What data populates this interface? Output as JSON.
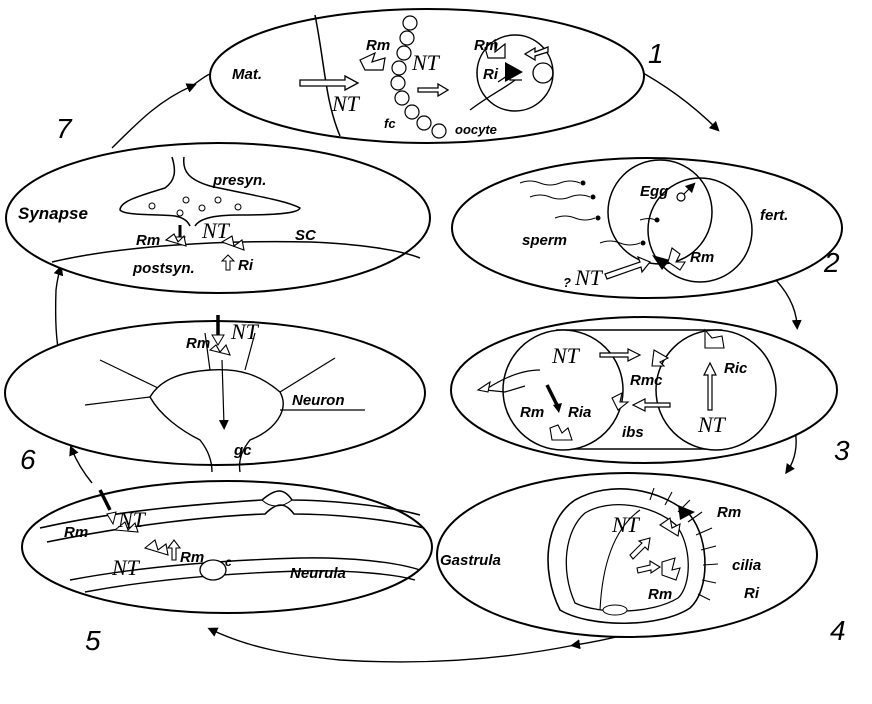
{
  "stages": {
    "s1": {
      "number": "1",
      "mat": "Mat.",
      "nt_a": "NT",
      "nt_b": "NT",
      "rm_a": "Rm",
      "rm_b": "Rm",
      "ri": "Ri",
      "fc": "fc",
      "oocyte": "oocyte"
    },
    "s2": {
      "number": "2",
      "egg": "Egg",
      "fert": "fert.",
      "sperm": "sperm",
      "q": "?",
      "nt": "NT",
      "rm": "Rm"
    },
    "s3": {
      "number": "3",
      "nt_a": "NT",
      "nt_b": "NT",
      "rm": "Rm",
      "ria": "Ria",
      "rmc": "Rmc",
      "ric": "Ric",
      "ibs": "ibs"
    },
    "s4": {
      "number": "4",
      "gastrula": "Gastrula",
      "nt": "NT",
      "rm_a": "Rm",
      "rm_b": "Rm",
      "cilia": "cilia",
      "ri": "Ri"
    },
    "s5": {
      "number": "5",
      "nt_a": "NT",
      "nt_b": "NT",
      "rm_a": "Rm",
      "rm_b": "Rm",
      "c": "c",
      "neurula": "Neurula"
    },
    "s6": {
      "number": "6",
      "rm": "Rm",
      "nt": "NT",
      "neuron": "Neuron",
      "gc": "gc"
    },
    "s7": {
      "number": "7",
      "synapse": "Synapse",
      "presyn": "presyn.",
      "rm": "Rm",
      "nt": "NT",
      "sc": "SC",
      "postsyn": "postsyn.",
      "ri": "Ri"
    }
  }
}
